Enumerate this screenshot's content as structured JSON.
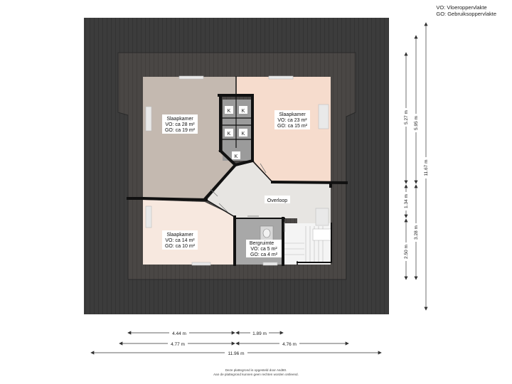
{
  "legend": {
    "vo": "VO: Vloeroppervlakte",
    "go": "GO: Gebruiksoppervlakte"
  },
  "rooms": {
    "slaapkamer_nw": {
      "name": "Slaapkamer",
      "vo": "VO: ca 28 m²",
      "go": "GO: ca 19 m²"
    },
    "slaapkamer_ne": {
      "name": "Slaapkamer",
      "vo": "VO: ca 23 m²",
      "go": "GO: ca 15 m²"
    },
    "slaapkamer_sw": {
      "name": "Slaapkamer",
      "vo": "VO: ca 14 m²",
      "go": "GO: ca 10 m²"
    },
    "overloop": {
      "name": "Overloop"
    },
    "bergruimte": {
      "name": "Bergruimte",
      "vo": "VO: ca 5 m²",
      "go": "GO: ca 4 m²"
    }
  },
  "closet_label": "K",
  "dimensions": {
    "bottom_1": "4.44 m",
    "bottom_2": "1.89 m",
    "bottom_3": "4.77 m",
    "bottom_4": "4.76 m",
    "bottom_total": "11.96 m",
    "right_1": "5.27 m",
    "right_2": "1.34 m",
    "right_3": "2.50 m",
    "right_4": "5.95 m",
    "right_5": "3.28 m",
    "right_total": "11.67 m"
  },
  "footer": {
    "line1": "Deze plattegrond is opgesteld door Asd80.",
    "line2": "Aan de plattegrond kunnen geen rechten worden ontleend."
  },
  "colors": {
    "roof": "#3c3c3c",
    "roof_inner": "#474747",
    "slaapkamer_nw": "#c4b9b0",
    "slaapkamer_ne": "#f6dccd",
    "slaapkamer_sw": "#f7e8df",
    "overloop": "#e7e5e2",
    "bergruimte": "#a8a8a8",
    "wall": "#111111"
  }
}
